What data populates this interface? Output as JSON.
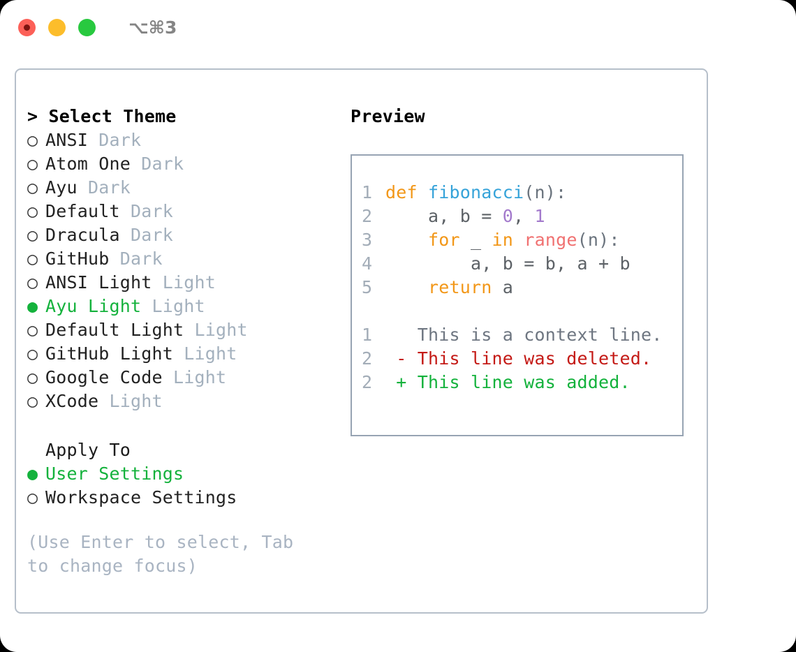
{
  "titlebar": {
    "shortcut": "⌥⌘3",
    "buttons": [
      {
        "name": "close",
        "color": "#fc6058"
      },
      {
        "name": "minimize",
        "color": "#fcbd2b"
      },
      {
        "name": "maximize",
        "color": "#28c93f"
      }
    ]
  },
  "theme_picker": {
    "header": "> Select Theme",
    "items": [
      {
        "marker": "○",
        "name": "ANSI",
        "kind": "Dark",
        "selected": false
      },
      {
        "marker": "○",
        "name": "Atom One",
        "kind": "Dark",
        "selected": false
      },
      {
        "marker": "○",
        "name": "Ayu",
        "kind": "Dark",
        "selected": false
      },
      {
        "marker": "○",
        "name": "Default",
        "kind": "Dark",
        "selected": false
      },
      {
        "marker": "○",
        "name": "Dracula",
        "kind": "Dark",
        "selected": false
      },
      {
        "marker": "○",
        "name": "GitHub",
        "kind": "Dark",
        "selected": false
      },
      {
        "marker": "○",
        "name": "ANSI Light",
        "kind": "Light",
        "selected": false
      },
      {
        "marker": "●",
        "name": "Ayu Light",
        "kind": "Light",
        "selected": true
      },
      {
        "marker": "○",
        "name": "Default Light",
        "kind": "Light",
        "selected": false
      },
      {
        "marker": "○",
        "name": "GitHub Light",
        "kind": "Light",
        "selected": false
      },
      {
        "marker": "○",
        "name": "Google Code",
        "kind": "Light",
        "selected": false
      },
      {
        "marker": "○",
        "name": "XCode",
        "kind": "Light",
        "selected": false
      }
    ]
  },
  "apply_to": {
    "header": "Apply To",
    "items": [
      {
        "marker": "●",
        "name": "User Settings",
        "selected": true
      },
      {
        "marker": "○",
        "name": "Workspace Settings",
        "selected": false
      }
    ]
  },
  "hint": "(Use Enter to select, Tab to change focus)",
  "preview": {
    "title": "Preview",
    "code_lines": [
      {
        "num": "1",
        "tokens": [
          {
            "t": "def",
            "c": "kw"
          },
          {
            "t": " ",
            "c": "pl"
          },
          {
            "t": "fibonacci",
            "c": "fn"
          },
          {
            "t": "(n):",
            "c": "punct"
          }
        ]
      },
      {
        "num": "2",
        "tokens": [
          {
            "t": "    a, b = ",
            "c": "pl"
          },
          {
            "t": "0",
            "c": "num"
          },
          {
            "t": ", ",
            "c": "pl"
          },
          {
            "t": "1",
            "c": "num"
          }
        ]
      },
      {
        "num": "3",
        "tokens": [
          {
            "t": "    ",
            "c": "pl"
          },
          {
            "t": "for",
            "c": "kw"
          },
          {
            "t": " _ ",
            "c": "pl"
          },
          {
            "t": "in",
            "c": "kw"
          },
          {
            "t": " ",
            "c": "pl"
          },
          {
            "t": "range",
            "c": "bi"
          },
          {
            "t": "(n):",
            "c": "punct"
          }
        ]
      },
      {
        "num": "4",
        "tokens": [
          {
            "t": "        a, b = b, a + b",
            "c": "pl"
          }
        ]
      },
      {
        "num": "5",
        "tokens": [
          {
            "t": "    ",
            "c": "pl"
          },
          {
            "t": "return",
            "c": "kw"
          },
          {
            "t": " a",
            "c": "pl"
          }
        ]
      }
    ],
    "diff_lines": [
      {
        "num": "1",
        "sign": " ",
        "text": "This is a context line.",
        "kind": "ctx"
      },
      {
        "num": "2",
        "sign": "-",
        "text": "This line was deleted.",
        "kind": "del"
      },
      {
        "num": "2",
        "sign": "+",
        "text": "This line was added.",
        "kind": "add"
      }
    ]
  },
  "colors": {
    "selected_green": "#14b23c",
    "deleted_red": "#c41a16",
    "keyword_orange": "#f29718",
    "function_blue": "#36a3d9",
    "number_purple": "#a37acc",
    "builtin_salmon": "#f07171",
    "muted_gray": "#a3b0bd"
  }
}
